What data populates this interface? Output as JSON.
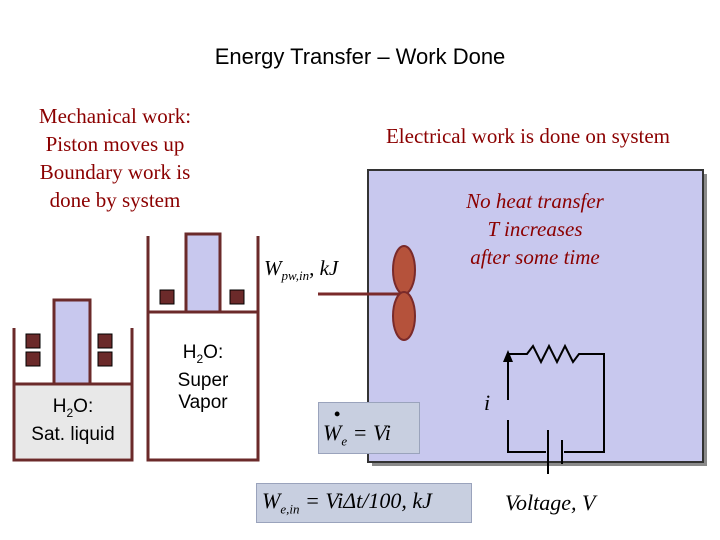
{
  "title": "Energy Transfer – Work Done",
  "mechanical": {
    "line1": "Mechanical work:",
    "line2": "Piston moves up",
    "line3": "Boundary work is",
    "line4": "done by system"
  },
  "electrical_heading": "Electrical work is done on system",
  "box_notes": {
    "line1": "No heat transfer",
    "line2": "T increases",
    "line3": "after some time"
  },
  "paddle_work": {
    "symbol": "W",
    "subscript": "pw,in",
    "unit": ", kJ"
  },
  "left_cylinder": {
    "prefix": "H",
    "sub": "2",
    "suffix": "O:",
    "state": "Sat. liquid"
  },
  "right_cylinder": {
    "prefix": "H",
    "sub": "2",
    "suffix": "O:",
    "state_line1": "Super",
    "state_line2": "Vapor"
  },
  "current_label": "i",
  "voltage_label": "Voltage, V",
  "rate_formula": {
    "lhs": "W",
    "sub": "e",
    "rhs": "= Vi",
    "dot": "•"
  },
  "energy_formula": {
    "lhs": "W",
    "sub": "e,in",
    "rhs": " = ViΔt/100, kJ"
  },
  "colors": {
    "maroon": "#8b0000",
    "cylinder_fill": "#c8c8ee",
    "paddle": "#b5523b",
    "box_fill": "#c8c8ee",
    "formula_fill": "#c8cfe0"
  }
}
